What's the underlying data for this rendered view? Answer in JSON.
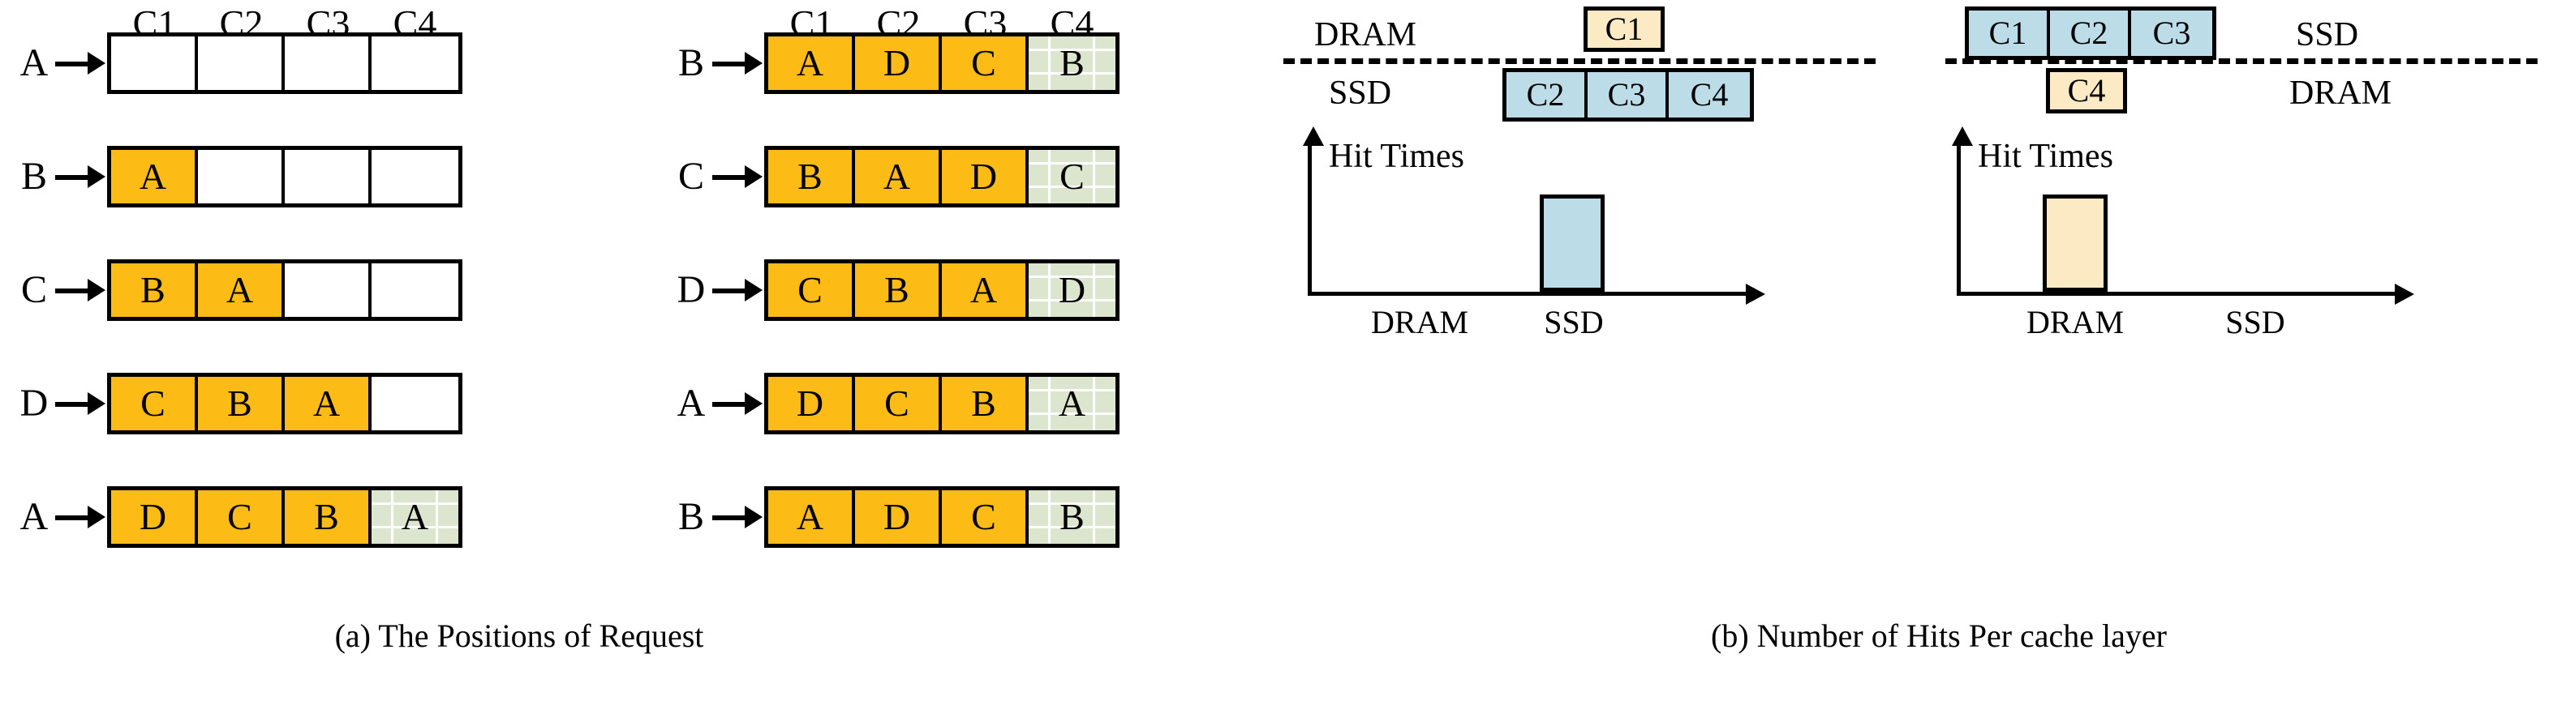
{
  "panel_a": {
    "caption": "(a) The Positions of Request",
    "column_headers": [
      "C1",
      "C2",
      "C3",
      "C4"
    ],
    "left_group": {
      "rows": [
        {
          "label": "A",
          "cells": [
            {
              "text": "",
              "fill": "white"
            },
            {
              "text": "",
              "fill": "white"
            },
            {
              "text": "",
              "fill": "white"
            },
            {
              "text": "",
              "fill": "white"
            }
          ]
        },
        {
          "label": "B",
          "cells": [
            {
              "text": "A",
              "fill": "orange"
            },
            {
              "text": "",
              "fill": "white"
            },
            {
              "text": "",
              "fill": "white"
            },
            {
              "text": "",
              "fill": "white"
            }
          ]
        },
        {
          "label": "C",
          "cells": [
            {
              "text": "B",
              "fill": "orange"
            },
            {
              "text": "A",
              "fill": "orange"
            },
            {
              "text": "",
              "fill": "white"
            },
            {
              "text": "",
              "fill": "white"
            }
          ]
        },
        {
          "label": "D",
          "cells": [
            {
              "text": "C",
              "fill": "orange"
            },
            {
              "text": "B",
              "fill": "orange"
            },
            {
              "text": "A",
              "fill": "orange"
            },
            {
              "text": "",
              "fill": "white"
            }
          ]
        },
        {
          "label": "A",
          "cells": [
            {
              "text": "D",
              "fill": "orange"
            },
            {
              "text": "C",
              "fill": "orange"
            },
            {
              "text": "B",
              "fill": "orange"
            },
            {
              "text": "A",
              "fill": "green"
            }
          ]
        }
      ]
    },
    "right_group": {
      "rows": [
        {
          "label": "B",
          "cells": [
            {
              "text": "A",
              "fill": "orange"
            },
            {
              "text": "D",
              "fill": "orange"
            },
            {
              "text": "C",
              "fill": "orange"
            },
            {
              "text": "B",
              "fill": "green"
            }
          ]
        },
        {
          "label": "C",
          "cells": [
            {
              "text": "B",
              "fill": "orange"
            },
            {
              "text": "A",
              "fill": "orange"
            },
            {
              "text": "D",
              "fill": "orange"
            },
            {
              "text": "C",
              "fill": "green"
            }
          ]
        },
        {
          "label": "D",
          "cells": [
            {
              "text": "C",
              "fill": "orange"
            },
            {
              "text": "B",
              "fill": "orange"
            },
            {
              "text": "A",
              "fill": "orange"
            },
            {
              "text": "D",
              "fill": "green"
            }
          ]
        },
        {
          "label": "A",
          "cells": [
            {
              "text": "D",
              "fill": "orange"
            },
            {
              "text": "C",
              "fill": "orange"
            },
            {
              "text": "B",
              "fill": "orange"
            },
            {
              "text": "A",
              "fill": "green"
            }
          ]
        },
        {
          "label": "B",
          "cells": [
            {
              "text": "A",
              "fill": "orange"
            },
            {
              "text": "D",
              "fill": "orange"
            },
            {
              "text": "C",
              "fill": "orange"
            },
            {
              "text": "B",
              "fill": "green"
            }
          ]
        }
      ]
    }
  },
  "panel_b": {
    "caption": "(b) Number of Hits Per cache layer",
    "left_diagram": {
      "upper_label": "DRAM",
      "lower_label": "SSD",
      "upper_chunks": [
        "C1"
      ],
      "lower_chunks": [
        "C2",
        "C3",
        "C4"
      ],
      "label_side": "left"
    },
    "right_diagram": {
      "upper_label": "SSD",
      "lower_label": "DRAM",
      "upper_chunks": [
        "C1",
        "C2",
        "C3"
      ],
      "lower_chunks": [
        "C4"
      ],
      "label_side": "right"
    }
  },
  "chart_data": [
    {
      "type": "bar",
      "title": "",
      "ylabel": "Hit Times",
      "xlabel": "",
      "categories": [
        "DRAM",
        "SSD"
      ],
      "values": [
        0,
        3
      ],
      "bar_colors": [
        "#BCDCE8",
        "#BCDCE8"
      ],
      "ylim": [
        0,
        4
      ],
      "grid": false,
      "legend": "none",
      "axis_arrows": true
    },
    {
      "type": "bar",
      "title": "",
      "ylabel": "Hit Times",
      "xlabel": "",
      "categories": [
        "DRAM",
        "SSD"
      ],
      "values": [
        3,
        0
      ],
      "bar_colors": [
        "#FCEAC4",
        "#FCEAC4"
      ],
      "ylim": [
        0,
        4
      ],
      "grid": false,
      "legend": "none",
      "axis_arrows": true
    }
  ],
  "colors": {
    "orange": "#FDBC15",
    "green": "#DCE6CE",
    "blue": "#BCDCE8",
    "cream": "#FCEAC4",
    "stroke": "#000000"
  }
}
